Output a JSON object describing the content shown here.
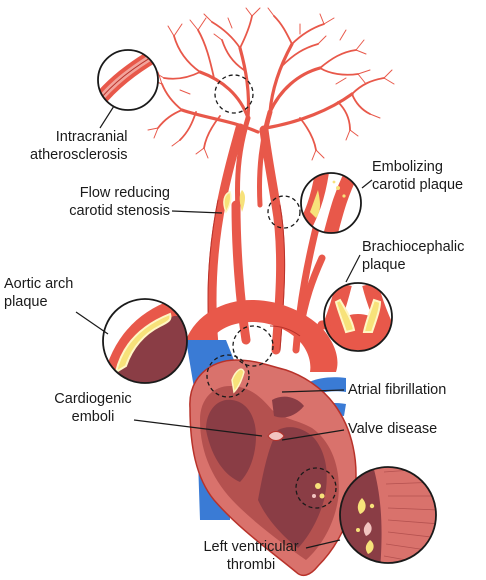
{
  "labels": {
    "intracranial": [
      "Intracranial",
      "atherosclerosis"
    ],
    "embolizing": [
      "Embolizing",
      "carotid plaque"
    ],
    "flow_reducing": [
      "Flow reducing",
      "carotid stenosis"
    ],
    "brachiocephalic": [
      "Brachiocephalic",
      "plaque"
    ],
    "aortic_arch": [
      "Aortic arch",
      "plaque"
    ],
    "atrial_fibrillation": [
      "Atrial fibrillation"
    ],
    "cardiogenic": [
      "Cardiogenic",
      "emboli"
    ],
    "valve_disease": [
      "Valve disease"
    ],
    "left_ventricular": [
      "Left ventricular",
      "thrombi"
    ]
  },
  "colors": {
    "artery": "#e8584a",
    "artery_dark": "#b8322a",
    "heart": "#d9726c",
    "myocardium": "#b4514f",
    "chamber": "#8a3d45",
    "vein": "#3a7bd5",
    "plaque": "#f7e27a",
    "plaque_glow": "#fff6c4",
    "line": "#1a1a1a"
  }
}
